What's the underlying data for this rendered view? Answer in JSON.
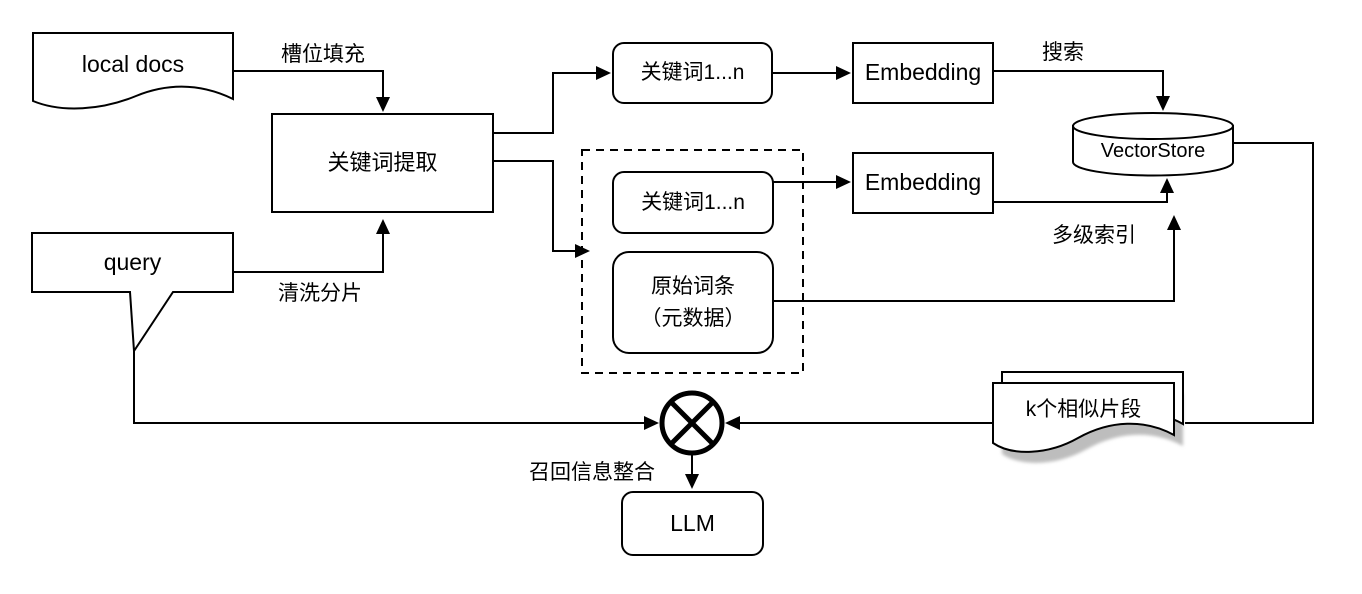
{
  "nodes": {
    "local_docs": {
      "label": "local docs"
    },
    "query": {
      "label": "query"
    },
    "keyword_extraction": {
      "label": "关键词提取"
    },
    "keywords_top": {
      "label": "关键词1...n"
    },
    "keywords_inner": {
      "label": "关键词1...n"
    },
    "raw_terms": {
      "label_line1": "原始词条",
      "label_line2": "（元数据）"
    },
    "embedding_top": {
      "label": "Embedding"
    },
    "embedding_mid": {
      "label": "Embedding"
    },
    "vector_store": {
      "label": "VectorStore"
    },
    "k_similar": {
      "label": "k个相似片段"
    },
    "llm": {
      "label": "LLM"
    }
  },
  "edge_labels": {
    "slot_filling": "槽位填充",
    "clean_split": "清洗分片",
    "search": "搜索",
    "multi_level_index": "多级索引",
    "recall_merge": "召回信息整合"
  },
  "colors": {
    "stroke": "#000000",
    "background": "#ffffff",
    "shadow": "#bdbdbd"
  }
}
